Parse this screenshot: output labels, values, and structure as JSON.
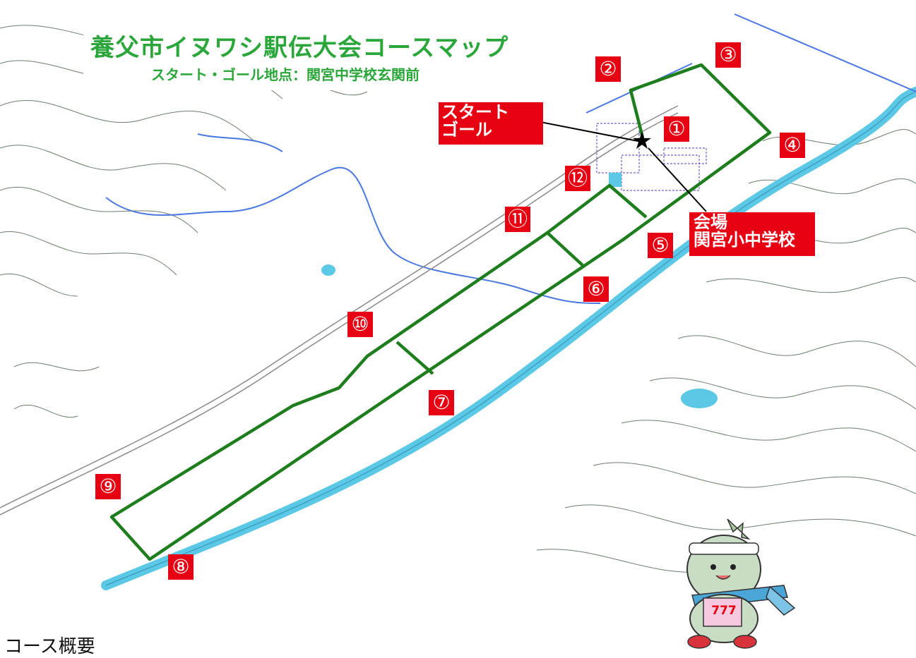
{
  "title": "養父市イヌワシ駅伝大会コースマップ",
  "subtitle": "スタート・ゴール地点：関宮中学校玄関前",
  "start_goal_label": [
    "スタート",
    "ゴール"
  ],
  "venue_label": [
    "会場",
    "関宮小中学校"
  ],
  "markers": [
    "①",
    "②",
    "③",
    "④",
    "⑤",
    "⑥",
    "⑦",
    "⑧",
    "⑨",
    "⑩",
    "⑪",
    "⑫"
  ],
  "start_icon": "★",
  "footer_text": "コース概要",
  "mascot_bib": "777",
  "colors": {
    "course": "#1e7e1e",
    "label_bg": "#e60012",
    "title": "#2aa63a",
    "river": "#5bc8e6",
    "contour": "#5a6b5a"
  },
  "icons": [
    "star-icon",
    "mascot-icon"
  ]
}
